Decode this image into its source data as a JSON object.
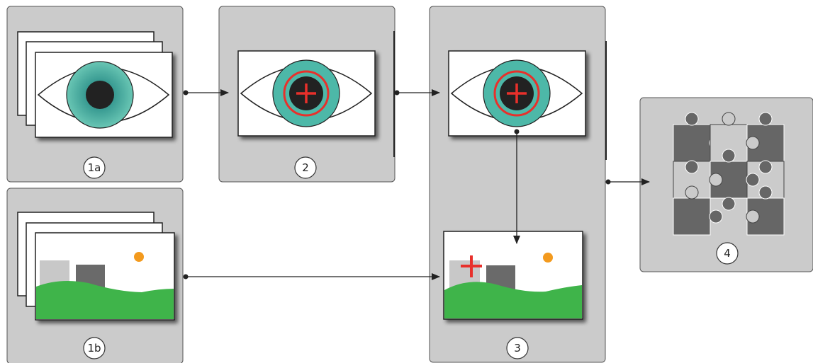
{
  "steps": [
    {
      "id": "1a",
      "label": "1a"
    },
    {
      "id": "2",
      "label": "2"
    },
    {
      "id": "3",
      "label": "3"
    },
    {
      "id": "1b",
      "label": "1b"
    },
    {
      "id": "4",
      "label": "4"
    }
  ],
  "colors": {
    "panel": "#cbcbcb",
    "iris": "#4db8a8",
    "pupil": "#2a2a2a",
    "marker": "#e8302b",
    "grass": "#3fb44a",
    "building_light": "#c8c8c8",
    "building_dark": "#6a6a6a",
    "sun": "#f39a1e",
    "puzzle": "#666666"
  },
  "icons": [
    "eye-icon",
    "landscape-icon",
    "crosshair-icon",
    "puzzle-icon"
  ]
}
